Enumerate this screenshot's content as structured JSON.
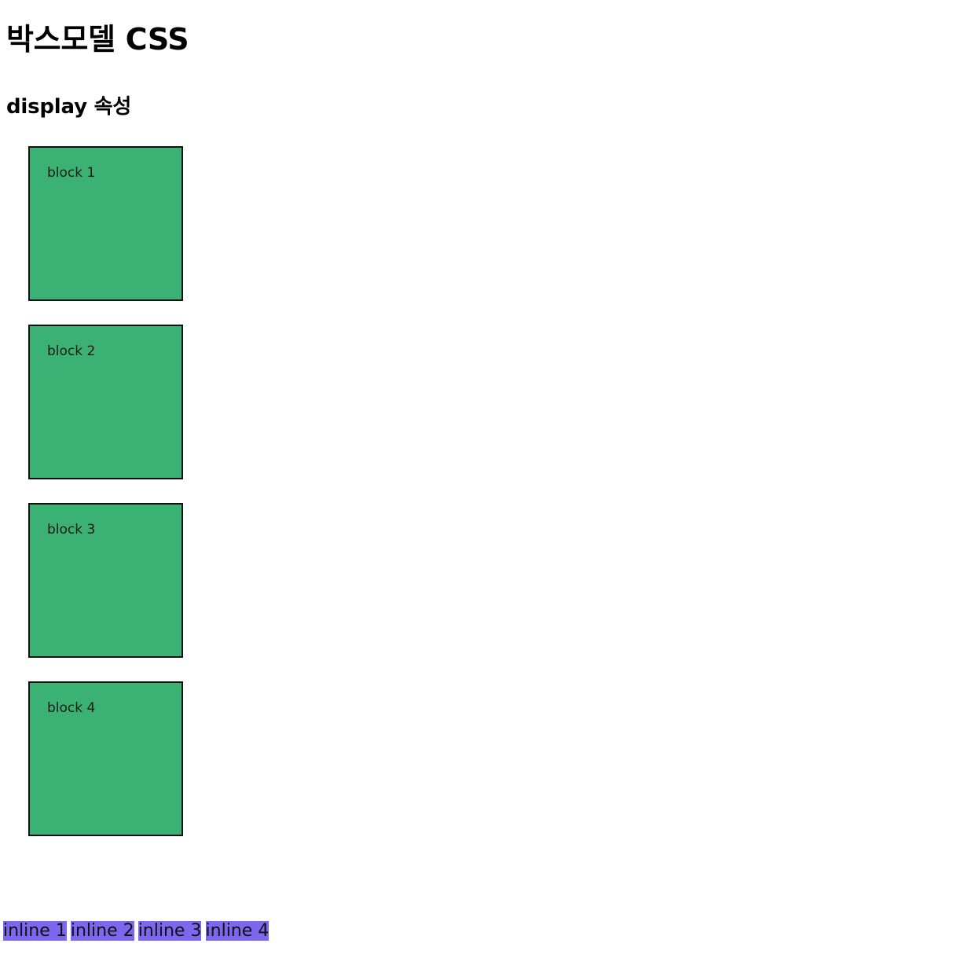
{
  "page": {
    "title": "박스모델 CSS",
    "section_title": "display 속성",
    "background_color": "#ffffff",
    "text_color": "#000000"
  },
  "block_section": {
    "box_color": "#3bb273",
    "border_color": "#111111",
    "items": [
      {
        "label": "block 1"
      },
      {
        "label": "block 2"
      },
      {
        "label": "block 3"
      },
      {
        "label": "block 4"
      }
    ]
  },
  "inline_section": {
    "box_color": "#7b68ee",
    "items": [
      {
        "label": "inline 1"
      },
      {
        "label": "inline 2"
      },
      {
        "label": "inline 3"
      },
      {
        "label": "inline 4"
      }
    ]
  }
}
